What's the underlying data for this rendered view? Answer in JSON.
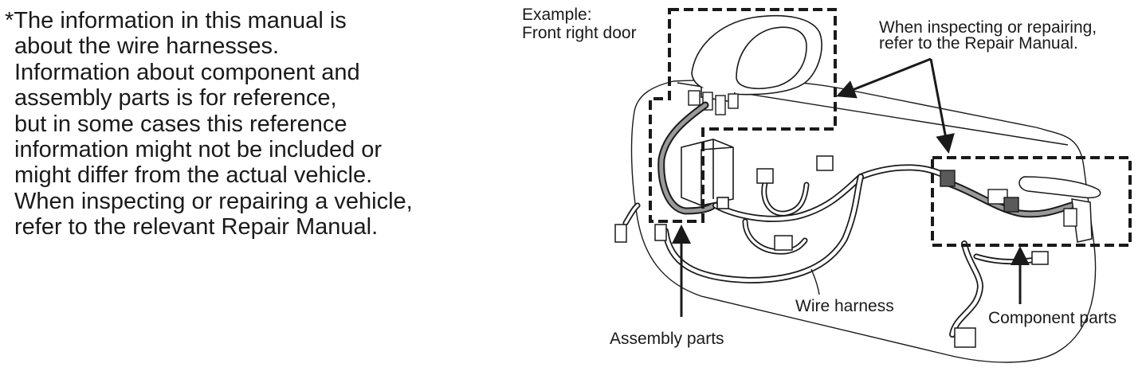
{
  "note": {
    "lines": [
      "*The information in this manual is",
      "about the wire harnesses.",
      "Information about component and",
      "assembly parts is for reference,",
      "but in some cases this reference",
      "information might not be included or",
      "might differ from the actual vehicle.",
      "When inspecting or repairing a vehicle,",
      "refer to the relevant Repair Manual."
    ]
  },
  "diagram": {
    "example_line1": "Example:",
    "example_line2": "Front right door",
    "callout_line1": "When inspecting or repairing,",
    "callout_line2": "refer to the Repair Manual.",
    "assembly_label": "Assembly parts",
    "wire_label": "Wire harness",
    "component_label": "Component parts"
  }
}
